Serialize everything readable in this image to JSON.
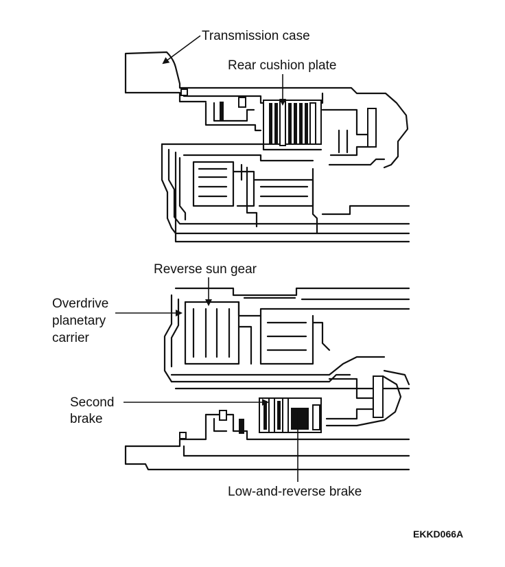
{
  "figure": {
    "labels": {
      "transmission_case": "Transmission case",
      "rear_cushion_plate": "Rear cushion plate",
      "reverse_sun_gear": "Reverse sun gear",
      "overdrive_planetary_carrier": [
        "Overdrive",
        "planetary",
        "carrier"
      ],
      "second_brake": [
        "Second",
        "brake"
      ],
      "low_and_reverse_brake": "Low-and-reverse brake"
    },
    "figure_code": "EKKD066A"
  }
}
